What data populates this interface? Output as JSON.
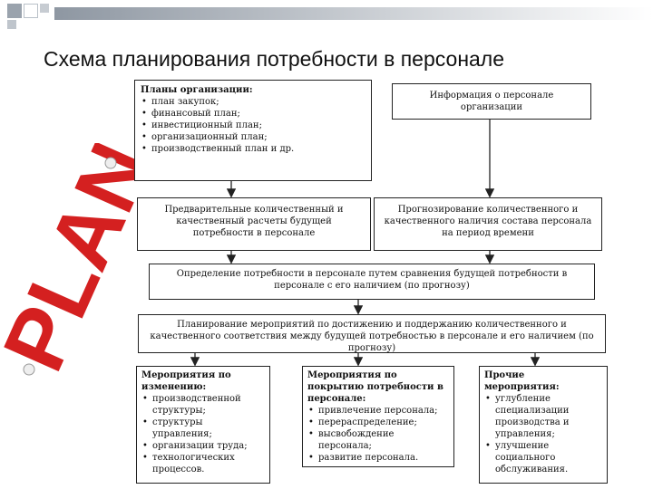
{
  "title": "Схема планирования потребности в персонале",
  "plans": {
    "heading": "Планы организации:",
    "items": [
      "план закупок;",
      "финансовый план;",
      "инвестиционный план;",
      "организационный план;",
      "производственный план и др."
    ]
  },
  "info_box": "Информация о персонале организации",
  "calc_box": "Предварительные количественный и качественный расчеты будущей потребности в персонале",
  "forecast_box": "Прогнозирование количественного и качественного наличия состава персонала на период времени",
  "compare_box": "Определение потребности в персонале путем сравнения будущей потребности в персонале с его наличием (по прогнозу)",
  "planning_box": "Планирование мероприятий по достижению и поддержанию количественного и качественного соответствия между будущей потребностью в персонале и его наличием (по прогнозу)",
  "measures_change": {
    "heading": "Мероприятия по изменению:",
    "items": [
      "производственной структуры;",
      "структуры управления;",
      "организации труда;",
      "технологических процессов."
    ]
  },
  "measures_cover": {
    "heading": "Мероприятия по покрытию потребности в персонале:",
    "items": [
      "привлечение персонала;",
      "перераспределение;",
      "высвобождение персонала;",
      "развитие персонала."
    ]
  },
  "measures_other": {
    "heading": "Прочие мероприятия:",
    "items": [
      "углубление специализации производства и управления;",
      "улучшение социального обслуживания."
    ]
  },
  "decor": {
    "word": "PLAN",
    "color": "#d42020"
  }
}
